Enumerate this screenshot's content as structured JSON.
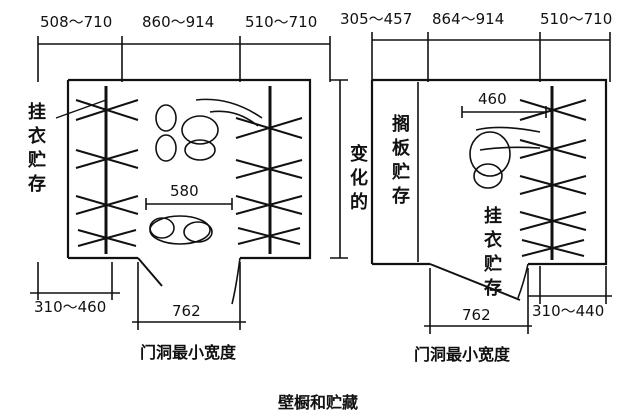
{
  "left_plan": {
    "top_dims": [
      "508～710",
      "860～914",
      "510～710"
    ],
    "hanging_label": [
      "挂",
      "衣",
      "贮",
      "存"
    ],
    "inner_dim": "580",
    "side_label": [
      "变",
      "化",
      "的"
    ],
    "bottom_dim_left": "310～460",
    "door_dim": "762",
    "door_caption": "门洞最小宽度"
  },
  "right_plan": {
    "top_dims": [
      "305～457",
      "864～914",
      "510～710"
    ],
    "shelf_label": [
      "搁",
      "板",
      "贮",
      "存"
    ],
    "inner_dim": "460",
    "hanging_label": [
      "挂",
      "衣",
      "贮",
      "存"
    ],
    "bottom_dim_right": "310～440",
    "door_dim": "762",
    "door_caption": "门洞最小宽度"
  },
  "figure_caption": "壁橱和贮藏"
}
